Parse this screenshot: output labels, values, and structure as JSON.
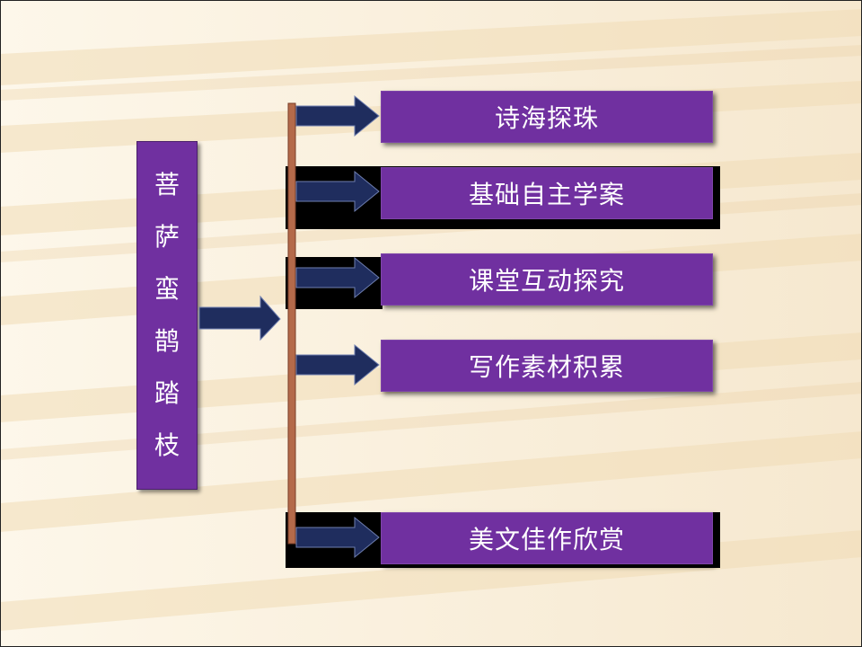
{
  "title_chars": [
    "菩",
    "萨",
    "蛮",
    "鹊",
    "踏",
    "枝"
  ],
  "items": [
    {
      "label": "诗海探珠"
    },
    {
      "label": "基础自主学案"
    },
    {
      "label": "课堂互动探究"
    },
    {
      "label": "写作素材积累"
    },
    {
      "label": "美文佳作欣赏"
    }
  ],
  "colors": {
    "box_fill": "#7030a0",
    "arrow_fill": "#1f2d5e",
    "vertical_line": "#b46a4a",
    "text": "#ffffff"
  }
}
